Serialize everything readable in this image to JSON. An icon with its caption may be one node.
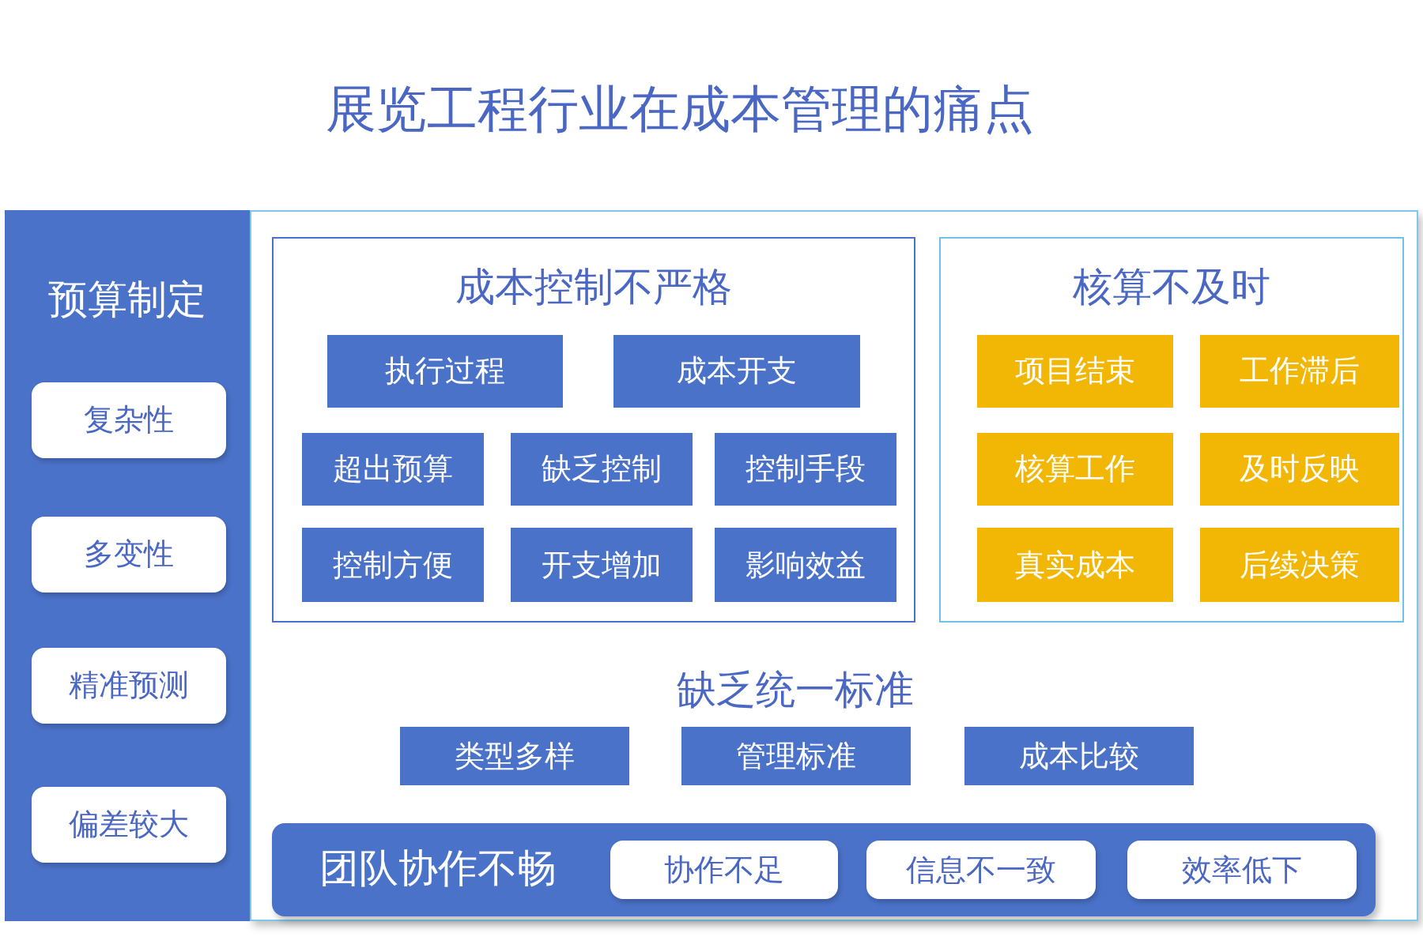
{
  "diagram": {
    "title": "展览工程行业在成本管理的痛点",
    "nodes": [
      {
        "text": [
          "预算制定"
        ]
      },
      {
        "text": [
          "复杂性"
        ],
        "in": 0
      },
      {
        "text": [
          "多变性"
        ],
        "in": 0
      },
      {
        "text": [
          "精准预测"
        ],
        "in": 0
      },
      {
        "text": [
          "偏差较大"
        ],
        "in": 0
      },
      {
        "text": [
          "成本控制不严格"
        ]
      },
      {
        "text": [
          "执行过程"
        ],
        "in": 5
      },
      {
        "text": [
          "成本开支"
        ],
        "in": 5
      },
      {
        "text": [
          "超出预算"
        ],
        "in": 5
      },
      {
        "text": [
          "缺乏控制"
        ],
        "in": 5
      },
      {
        "text": [
          "控制手段"
        ],
        "in": 5
      },
      {
        "text": [
          "控制方便"
        ],
        "in": 5
      },
      {
        "text": [
          "开支增加"
        ],
        "in": 5
      },
      {
        "text": [
          "影响效益"
        ],
        "in": 5
      },
      {
        "text": [
          "核算不及时"
        ]
      },
      {
        "text": [
          "项目结束"
        ],
        "in": 14
      },
      {
        "text": [
          "工作滞后"
        ],
        "in": 14
      },
      {
        "text": [
          "核算工作"
        ],
        "in": 14
      },
      {
        "text": [
          "及时反映"
        ],
        "in": 14
      },
      {
        "text": [
          "真实成本"
        ],
        "in": 14
      },
      {
        "text": [
          "后续决策"
        ],
        "in": 14
      },
      {
        "text": [
          "类型多样"
        ]
      },
      {
        "text": [
          "管理标准"
        ]
      },
      {
        "text": [
          "成本比较"
        ]
      },
      {
        "text": [
          "团队协作不畅"
        ]
      },
      {
        "text": [
          "协作不足"
        ],
        "in": 24
      },
      {
        "text": [
          "信息不一致"
        ],
        "in": 24
      },
      {
        "text": [
          "效率低下"
        ],
        "in": 24
      }
    ],
    "labels": [
      "缺乏统一标准"
    ]
  }
}
